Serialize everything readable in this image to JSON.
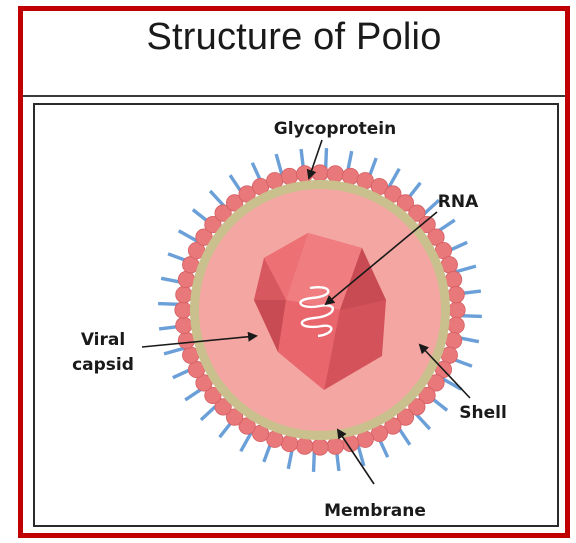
{
  "title": "Structure of Polio",
  "labels": {
    "glycoprotein": "Glycoprotein",
    "rna": "RNA",
    "viral_capsid_line1": "Viral",
    "viral_capsid_line2": "capsid",
    "shell": "Shell",
    "membrane": "Membrane"
  },
  "colors": {
    "border": "#c00000",
    "spike": "#6a9fd8",
    "bead": "#e8787a",
    "membrane_ring": "#c9c08d",
    "shell_fill": "#f4a6a2",
    "capsid_light": "#f07e80",
    "capsid_dark": "#c84a52",
    "capsid_mid": "#e05a62"
  }
}
